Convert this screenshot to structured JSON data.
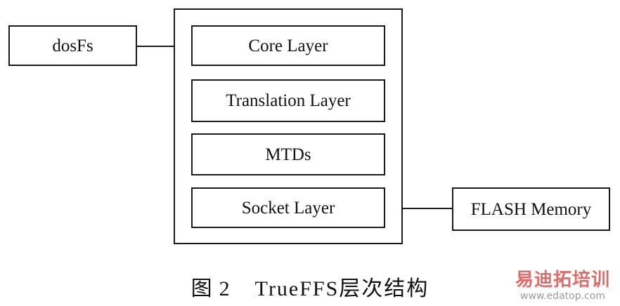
{
  "diagram": {
    "left_node": "dosFs",
    "layers": [
      "Core Layer",
      "Translation Layer",
      "MTDs",
      "Socket Layer"
    ],
    "right_node": "FLASH Memory"
  },
  "caption": {
    "prefix": "图",
    "number": "2",
    "text": "TrueFFS层次结构"
  },
  "watermark": {
    "title": "易迪拓培训",
    "url": "www.edatop.com",
    "color": "#d9534f"
  }
}
